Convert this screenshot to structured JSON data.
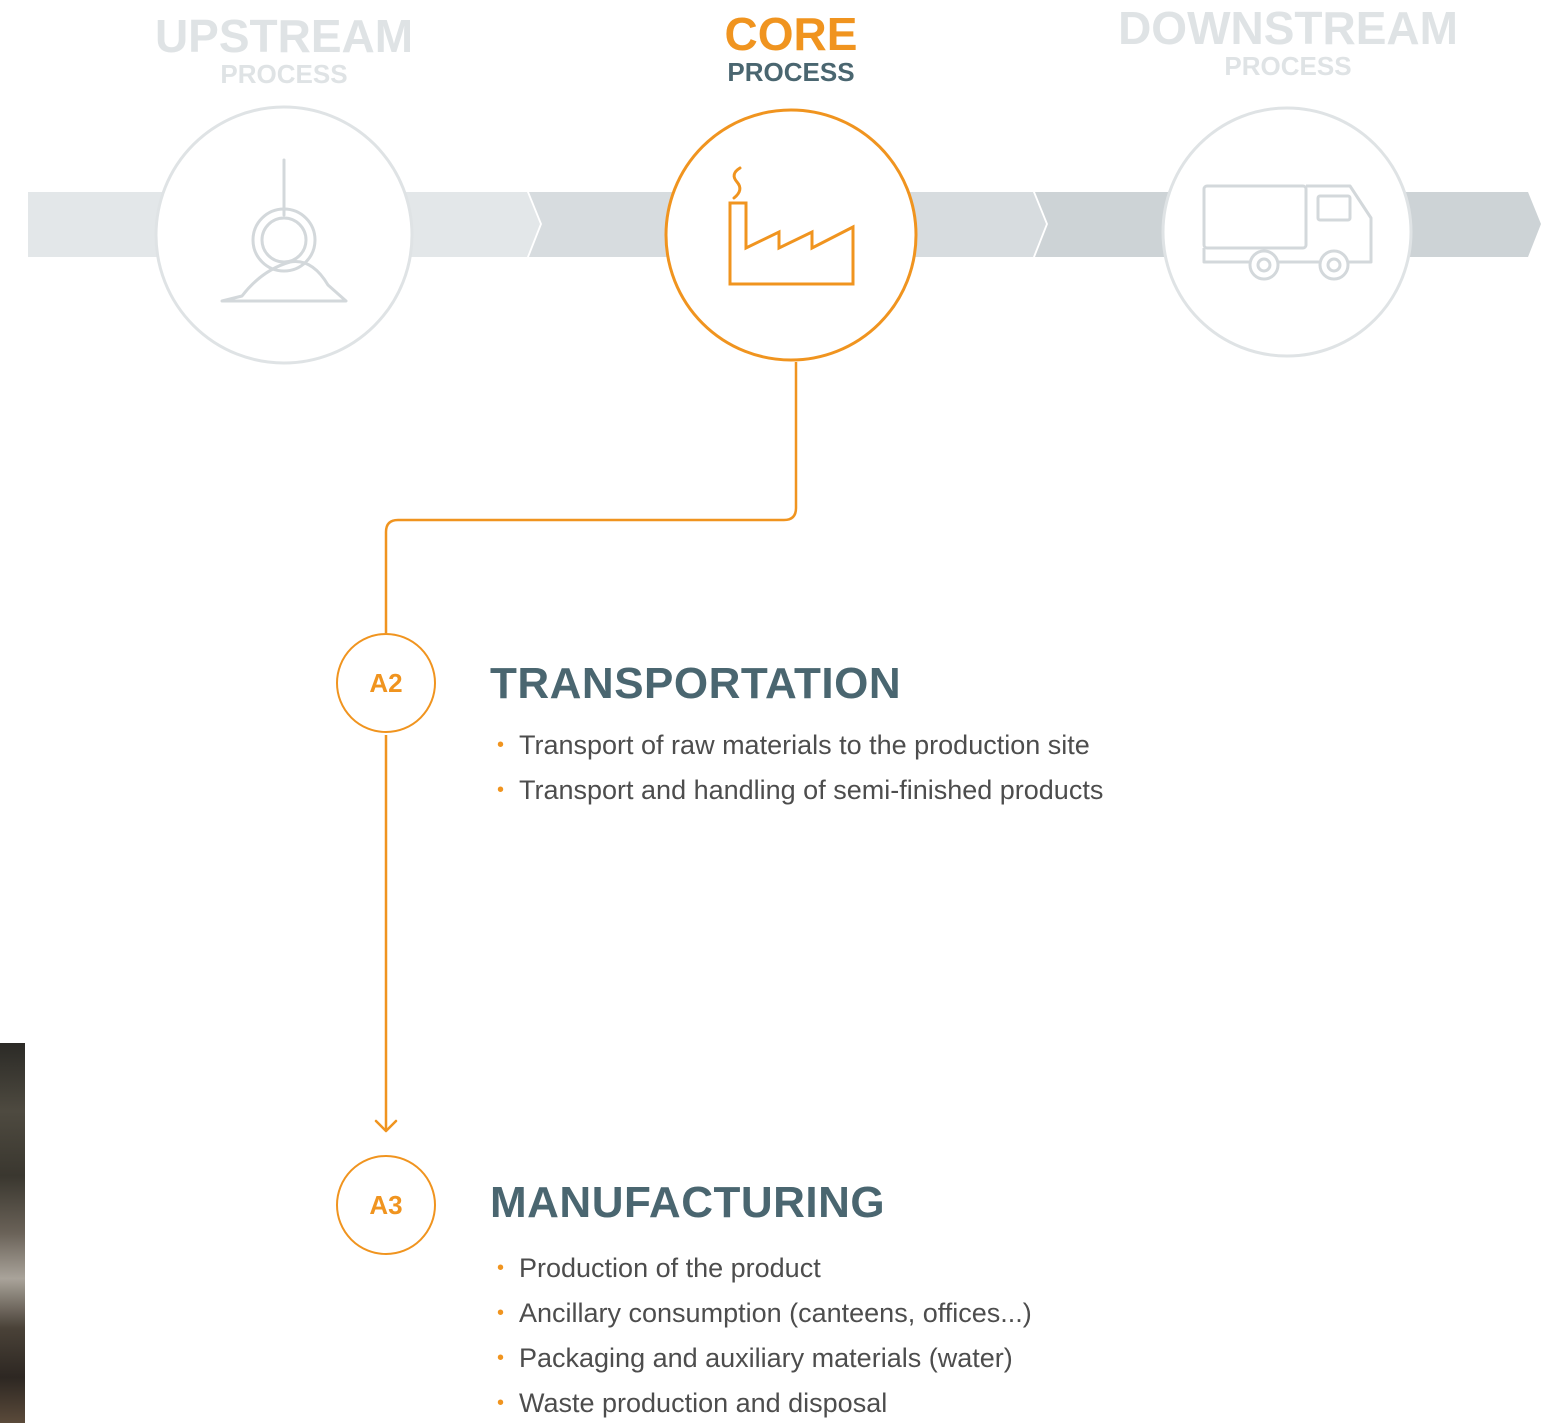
{
  "phases": [
    {
      "id": "upstream",
      "title": "UPSTREAM",
      "subtitle": "PROCESS",
      "icon": "ladle-pouring-icon",
      "active": false
    },
    {
      "id": "core",
      "title": "CORE",
      "subtitle": "PROCESS",
      "icon": "factory-icon",
      "active": true
    },
    {
      "id": "downstream",
      "title": "DOWNSTREAM",
      "subtitle": "PROCESS",
      "icon": "truck-icon",
      "active": false
    }
  ],
  "stages": [
    {
      "code": "A2",
      "title": "TRANSPORTATION",
      "bullets": [
        "Transport of raw materials to the production site",
        "Transport and handling of semi-finished products"
      ]
    },
    {
      "code": "A3",
      "title": "MANUFACTURING",
      "bullets": [
        "Production of the product",
        "Ancillary consumption (canteens, offices...)",
        "Packaging and auxiliary materials (water)",
        "Waste production and disposal"
      ]
    }
  ],
  "colors": {
    "accent": "#f0941f",
    "heading": "#4a6670",
    "muted": "#dfe3e5",
    "band_light": "#e3e7e9",
    "band_mid": "#d7dcdf",
    "band_dark": "#cdd3d6",
    "text": "#4d4d4d"
  }
}
